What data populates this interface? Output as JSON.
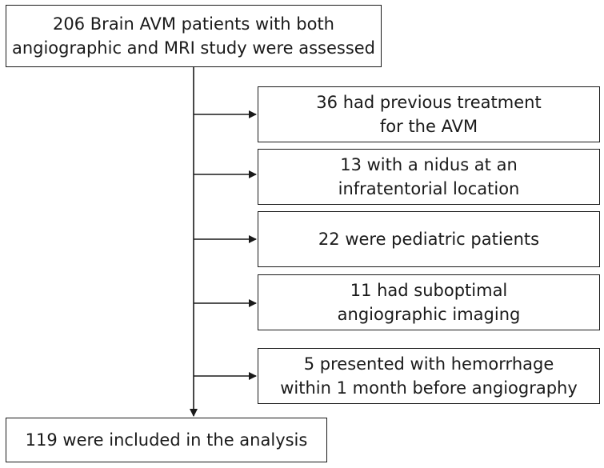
{
  "top_box": {
    "line1": "206 Brain AVM patients with both",
    "line2": "angiographic and MRI study were assessed"
  },
  "exclusions": [
    {
      "line1": "36 had previous treatment",
      "line2": "for the AVM"
    },
    {
      "line1": "13 with a nidus at an",
      "line2": "infratentorial location"
    },
    {
      "line1": "22 were pediatric patients",
      "line2": ""
    },
    {
      "line1": "11 had suboptimal",
      "line2": "angiographic imaging"
    },
    {
      "line1": "5 presented with hemorrhage",
      "line2": "within 1 month before angiography"
    }
  ],
  "bottom_box": {
    "line1": "119 were included in the analysis"
  }
}
